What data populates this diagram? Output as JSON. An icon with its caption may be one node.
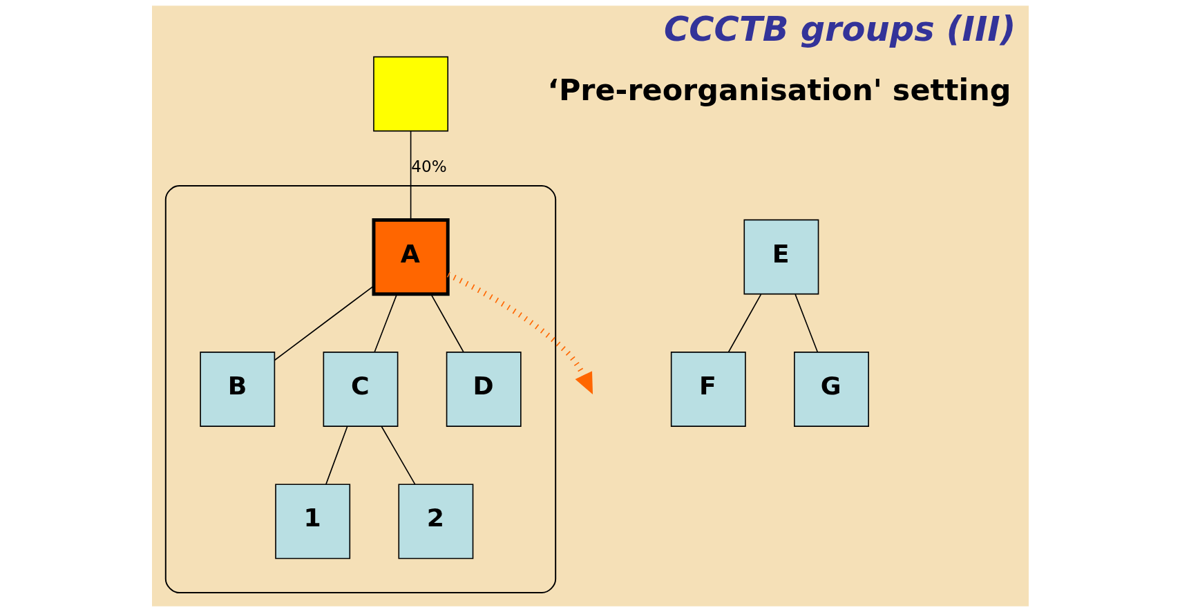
{
  "diagram": {
    "title": "CCCTB groups (III)",
    "nodes": [
      {
        "text": [],
        "shape": "box"
      },
      {
        "text": [],
        "shape": "ellipse"
      },
      {
        "text": [
          "A"
        ],
        "in": 1
      },
      {
        "text": [
          "B"
        ],
        "in": 1
      },
      {
        "text": [
          "C"
        ],
        "in": 1
      },
      {
        "text": [
          "D"
        ],
        "in": 1
      },
      {
        "text": [
          "1"
        ],
        "in": 1
      },
      {
        "text": [
          "2"
        ],
        "in": 1
      },
      {
        "text": [
          "E"
        ]
      },
      {
        "text": [
          "F"
        ]
      },
      {
        "text": [
          "G"
        ]
      }
    ],
    "edges": [
      {
        "from": 0,
        "to": 2,
        "arrow": "none",
        "label": "40%"
      },
      {
        "from": 2,
        "to": 3,
        "arrow": "none"
      },
      {
        "from": 2,
        "to": 4,
        "arrow": "none"
      },
      {
        "from": 2,
        "to": 5,
        "arrow": "none"
      },
      {
        "from": 4,
        "to": 6,
        "arrow": "none"
      },
      {
        "from": 4,
        "to": 7,
        "arrow": "none"
      },
      {
        "from": 2,
        "to": null,
        "arrow": "to",
        "style": "dashed",
        "color": "#ff6600"
      },
      {
        "from": 8,
        "to": 9,
        "arrow": "none"
      },
      {
        "from": 8,
        "to": 10,
        "arrow": "none"
      }
    ],
    "labels": [
      "‘Pre-reorganisation' setting"
    ]
  }
}
